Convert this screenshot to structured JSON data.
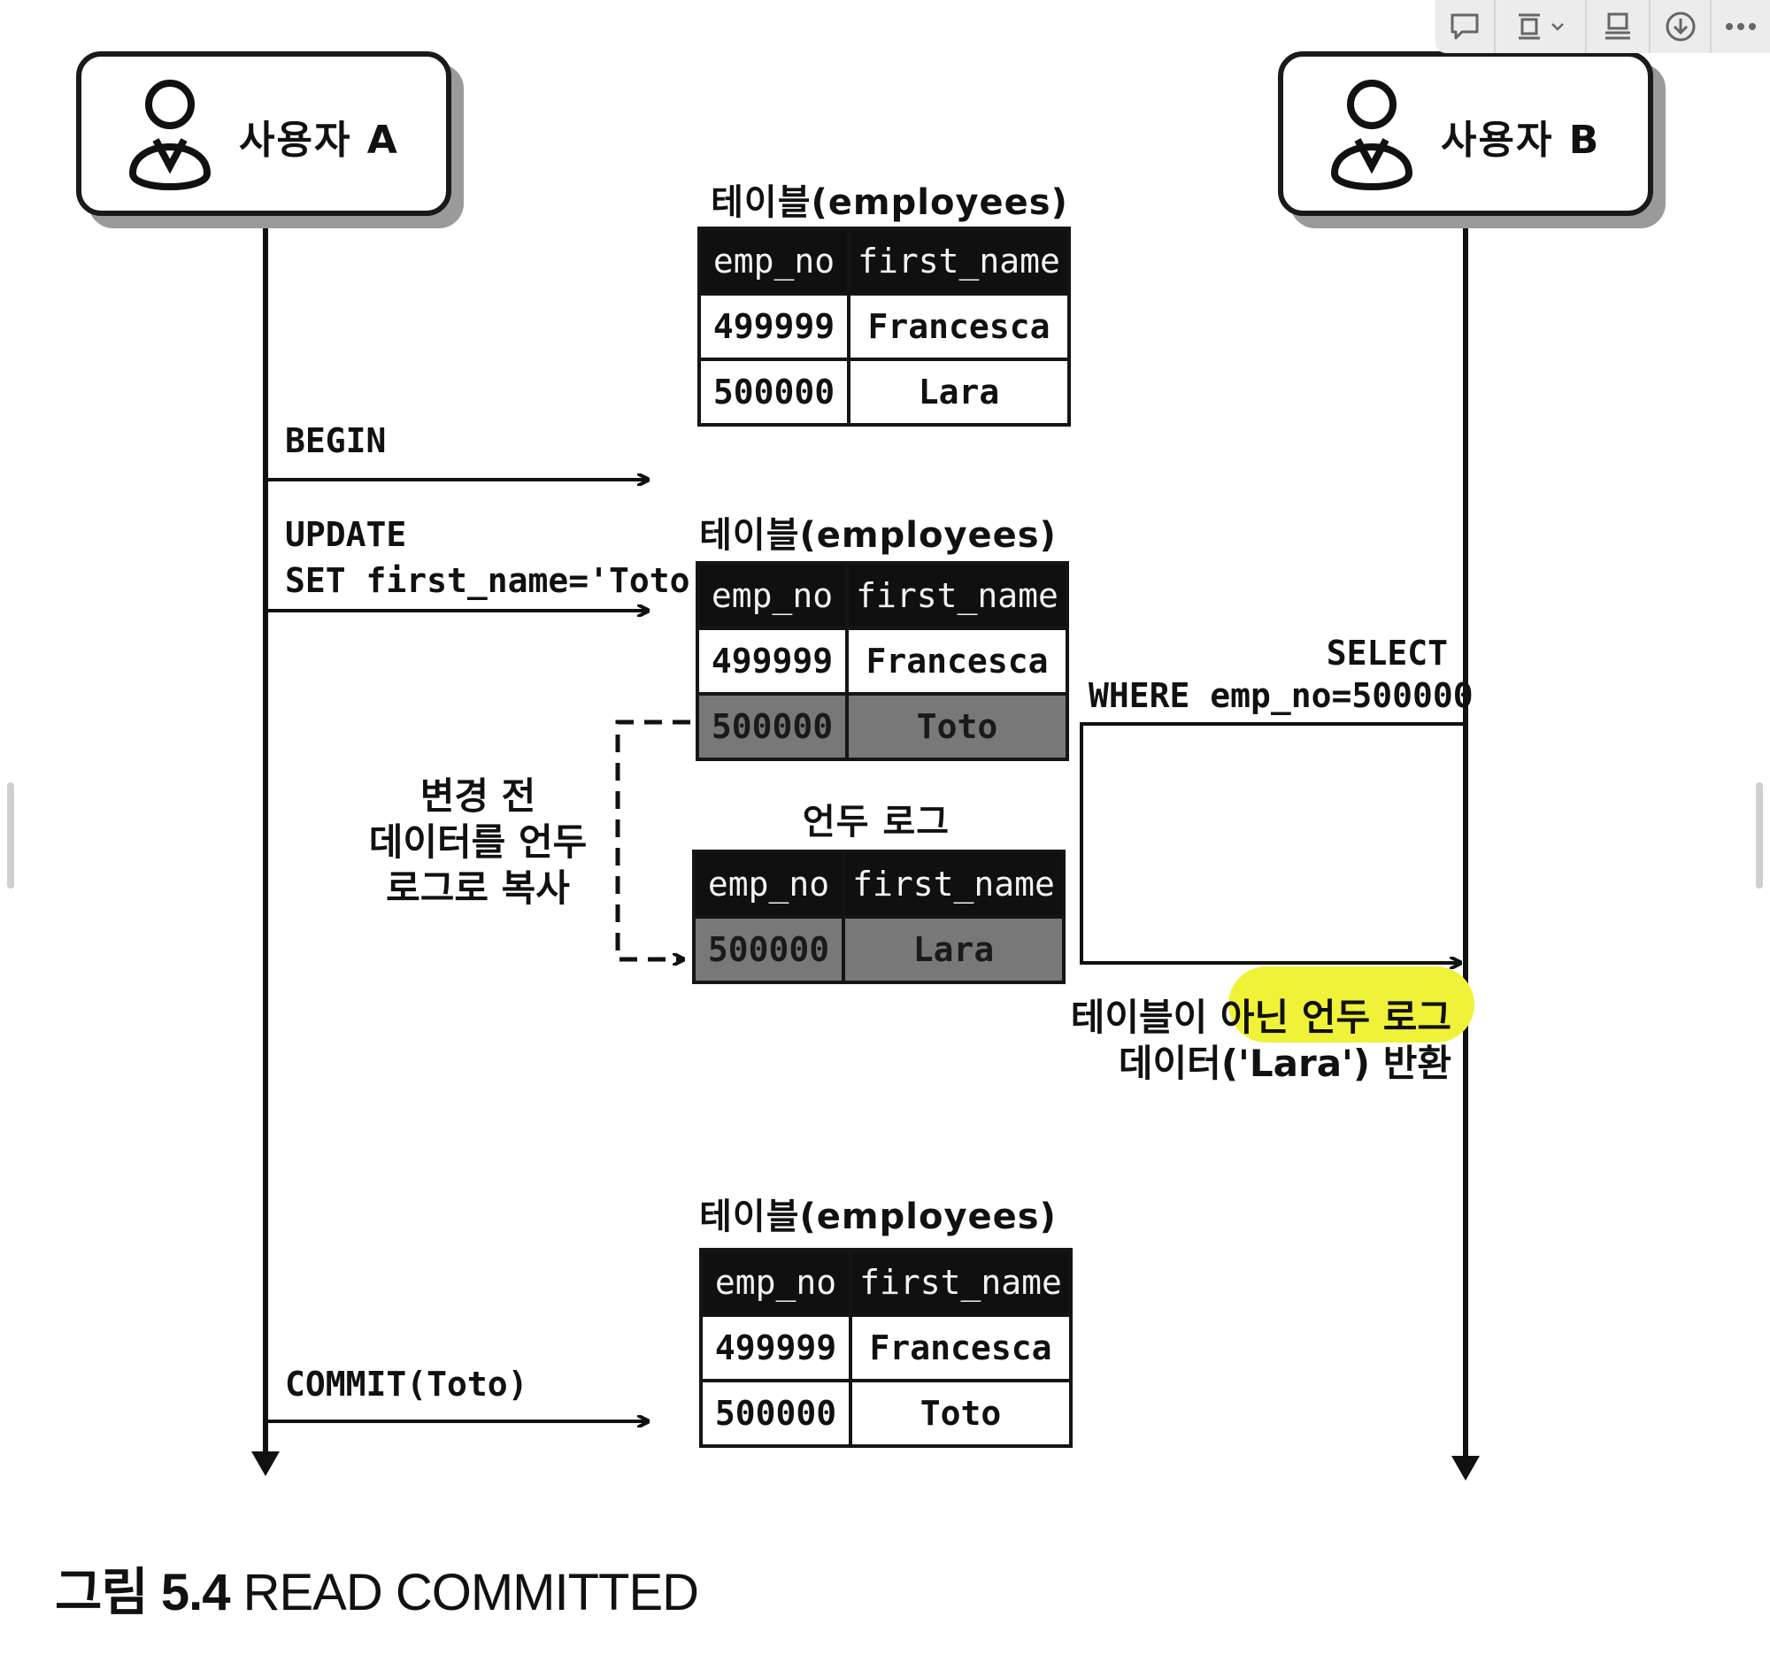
{
  "actors": {
    "a": "사용자 A",
    "b": "사용자 B"
  },
  "tables": {
    "caption": "테이블(employees)",
    "headers": [
      "emp_no",
      "first_name"
    ],
    "t1": [
      [
        "499999",
        "Francesca"
      ],
      [
        "500000",
        "Lara"
      ]
    ],
    "t2": [
      [
        "499999",
        "Francesca"
      ],
      [
        "500000",
        "Toto"
      ]
    ],
    "t3": [
      [
        "499999",
        "Francesca"
      ],
      [
        "500000",
        "Toto"
      ]
    ]
  },
  "undo_log": {
    "caption": "언두 로그",
    "headers": [
      "emp_no",
      "first_name"
    ],
    "row": [
      "500000",
      "Lara"
    ]
  },
  "messages": {
    "begin": "BEGIN",
    "update_line1": "UPDATE",
    "update_line2": "SET first_name='Toto'",
    "commit": "COMMIT(Toto)",
    "select_line1": "SELECT",
    "select_line2": "WHERE emp_no=500000"
  },
  "notes": {
    "copy_line1": "변경 전",
    "copy_line2": "데이터를 언두",
    "copy_line3": "로그로 복사",
    "result_line1_pre": "테이블이 아닌 ",
    "result_line1_hl": "언두 로그",
    "result_line2": "데이터('Lara') 반환"
  },
  "caption": {
    "number": "그림 5.4",
    "title": "READ COMMITTED"
  },
  "colors": {
    "highlight": "#f0f23a",
    "header_bg": "#101010",
    "dim_row": "#787878"
  },
  "toolbar": {
    "icons": [
      "comment-icon",
      "fit-page-icon",
      "chevron-down-icon",
      "presentation-icon",
      "download-icon",
      "more-icon"
    ]
  }
}
